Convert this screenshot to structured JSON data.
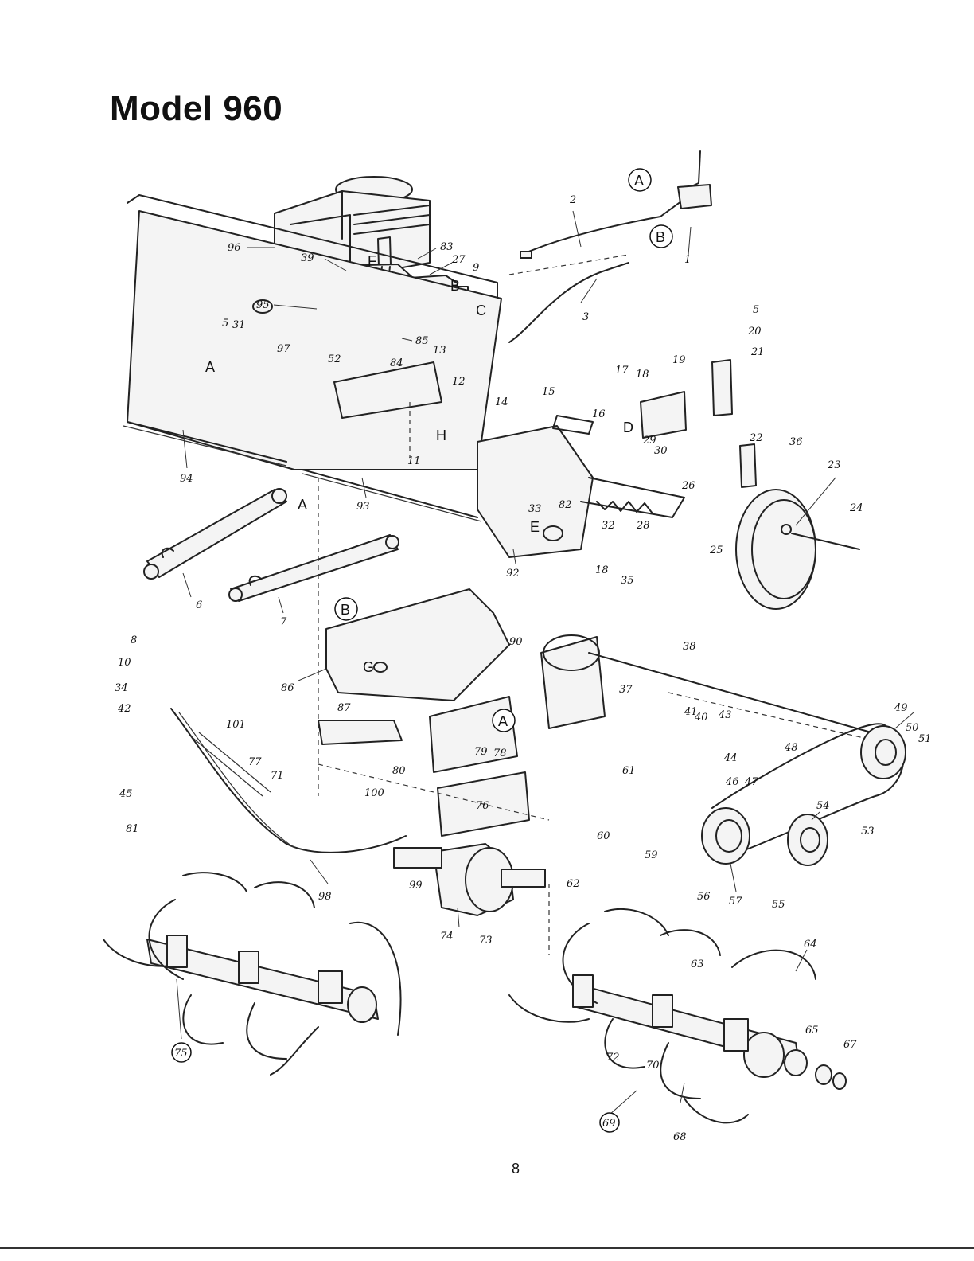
{
  "page": {
    "title": "Model 960",
    "page_number": "8"
  },
  "callouts": [
    {
      "label": "96"
    },
    {
      "label": "39"
    },
    {
      "label": "F"
    },
    {
      "label": "83"
    },
    {
      "label": "27"
    },
    {
      "label": "9"
    },
    {
      "label": "B"
    },
    {
      "label": "C"
    },
    {
      "label": "95"
    },
    {
      "label": "85"
    },
    {
      "label": "13"
    },
    {
      "label": "5"
    },
    {
      "label": "31"
    },
    {
      "label": "A"
    },
    {
      "label": "97"
    },
    {
      "label": "52"
    },
    {
      "label": "84"
    },
    {
      "label": "12"
    },
    {
      "label": "11"
    },
    {
      "label": "14"
    },
    {
      "label": "H"
    },
    {
      "label": "94"
    },
    {
      "label": "93"
    },
    {
      "label": "A"
    },
    {
      "label": "6"
    },
    {
      "label": "7"
    },
    {
      "label": "33"
    },
    {
      "label": "92"
    },
    {
      "label": "E"
    },
    {
      "label": "82"
    },
    {
      "label": "32"
    },
    {
      "label": "28"
    },
    {
      "label": "26"
    },
    {
      "label": "18"
    },
    {
      "label": "35"
    },
    {
      "label": "2"
    },
    {
      "label": "3"
    },
    {
      "label": "1"
    },
    {
      "label": "5"
    },
    {
      "label": "20"
    },
    {
      "label": "21"
    },
    {
      "label": "19"
    },
    {
      "label": "17"
    },
    {
      "label": "18"
    },
    {
      "label": "D"
    },
    {
      "label": "15"
    },
    {
      "label": "16"
    },
    {
      "label": "29"
    },
    {
      "label": "30"
    },
    {
      "label": "22"
    },
    {
      "label": "36"
    },
    {
      "label": "23"
    },
    {
      "label": "24"
    },
    {
      "label": "25"
    },
    {
      "label": "8"
    },
    {
      "label": "10"
    },
    {
      "label": "34"
    },
    {
      "label": "42"
    },
    {
      "label": "45"
    },
    {
      "label": "81"
    },
    {
      "label": "101"
    },
    {
      "label": "86"
    },
    {
      "label": "G"
    },
    {
      "label": "87"
    },
    {
      "label": "77"
    },
    {
      "label": "71"
    },
    {
      "label": "90"
    },
    {
      "label": "78"
    },
    {
      "label": "80"
    },
    {
      "label": "79"
    },
    {
      "label": "100"
    },
    {
      "label": "76"
    },
    {
      "label": "98"
    },
    {
      "label": "99"
    },
    {
      "label": "74"
    },
    {
      "label": "73"
    },
    {
      "label": "62"
    },
    {
      "label": "38"
    },
    {
      "label": "37"
    },
    {
      "label": "40"
    },
    {
      "label": "43"
    },
    {
      "label": "44"
    },
    {
      "label": "41"
    },
    {
      "label": "61"
    },
    {
      "label": "60"
    },
    {
      "label": "59"
    },
    {
      "label": "46"
    },
    {
      "label": "47"
    },
    {
      "label": "48"
    },
    {
      "label": "49"
    },
    {
      "label": "50"
    },
    {
      "label": "51"
    },
    {
      "label": "54"
    },
    {
      "label": "53"
    },
    {
      "label": "56"
    },
    {
      "label": "57"
    },
    {
      "label": "55"
    },
    {
      "label": "75"
    },
    {
      "label": "64"
    },
    {
      "label": "63"
    },
    {
      "label": "65"
    },
    {
      "label": "67"
    },
    {
      "label": "72"
    },
    {
      "label": "70"
    },
    {
      "label": "69"
    },
    {
      "label": "68"
    }
  ],
  "circled_refs": [
    {
      "label": "A"
    },
    {
      "label": "B"
    },
    {
      "label": "B"
    },
    {
      "label": "A"
    }
  ],
  "circled_parts": [
    {
      "label": "75"
    },
    {
      "label": "69"
    }
  ]
}
